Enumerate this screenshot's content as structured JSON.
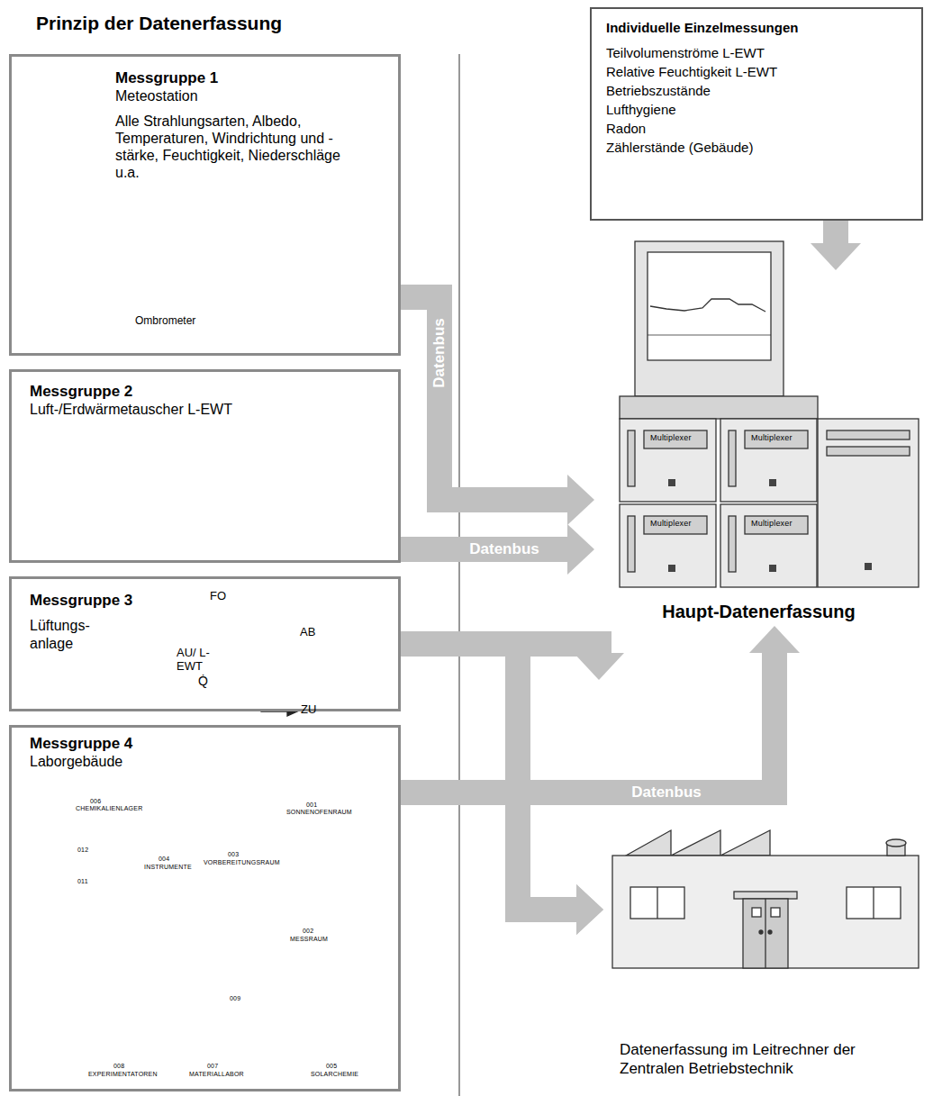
{
  "diagram": {
    "title": "Prinzip der Datenerfassung",
    "nodes": [
      {
        "text": [
          "Messgruppe 1",
          "Meteostation",
          "Alle Strahlungsarten, Albedo, Temperaturen, Windrichtung und -stärke, Feuchtigkeit, Niederschläge u.a."
        ]
      },
      {
        "text": [
          "Messgruppe 2",
          "Luft-/Erdwärmetauscher L-EWT"
        ]
      },
      {
        "text": [
          "Messgruppe 3",
          "Lüftungs- anlage"
        ]
      },
      {
        "text": [
          "Messgruppe 4",
          "Laborgebäude"
        ]
      },
      {
        "text": [
          "Individuelle Einzelmessungen",
          "Teilvolumenströme L-EWT",
          "Relative Feuchtigkeit L-EWT",
          "Betriebszustände",
          "Lufthygiene",
          "Radon",
          "Zählerstände (Gebäude)"
        ]
      },
      {
        "text": [
          "Haupt-Datenerfassung"
        ]
      },
      {
        "text": [
          "Datenerfassung im Leitrechner der Zentralen Betriebstechnik"
        ]
      }
    ],
    "edges": [
      {
        "from": 0,
        "to": 5,
        "arrow": "to",
        "label": "Datenbus"
      },
      {
        "from": 1,
        "to": 5,
        "arrow": "to",
        "label": "Datenbus"
      },
      {
        "from": 2,
        "to": 5,
        "arrow": "to"
      },
      {
        "from": 3,
        "to": 5,
        "arrow": "to",
        "label": "Datenbus"
      },
      {
        "from": 2,
        "to": 6,
        "arrow": "to"
      },
      {
        "from": 3,
        "to": 6,
        "arrow": "to"
      },
      {
        "from": 4,
        "to": 5,
        "arrow": "to"
      }
    ],
    "labels": [
      "Ombrometer",
      "FO",
      "AB",
      "AU/ L-EWT",
      "Q̇",
      "ZU",
      "006",
      "CHEMIKALIENLAGER",
      "012",
      "011",
      "004",
      "INSTRUMENTE",
      "003",
      "VORBEREITUNGSRAUM",
      "001",
      "SONNENOFENRAUM",
      "002",
      "MESSRAUM",
      "009",
      "008",
      "EXPERIMENTATOREN",
      "007",
      "MATERIALLABOR",
      "005",
      "SOLARCHEMIE",
      "Multiplexer",
      "Multiplexer",
      "Multiplexer",
      "Multiplexer"
    ]
  }
}
